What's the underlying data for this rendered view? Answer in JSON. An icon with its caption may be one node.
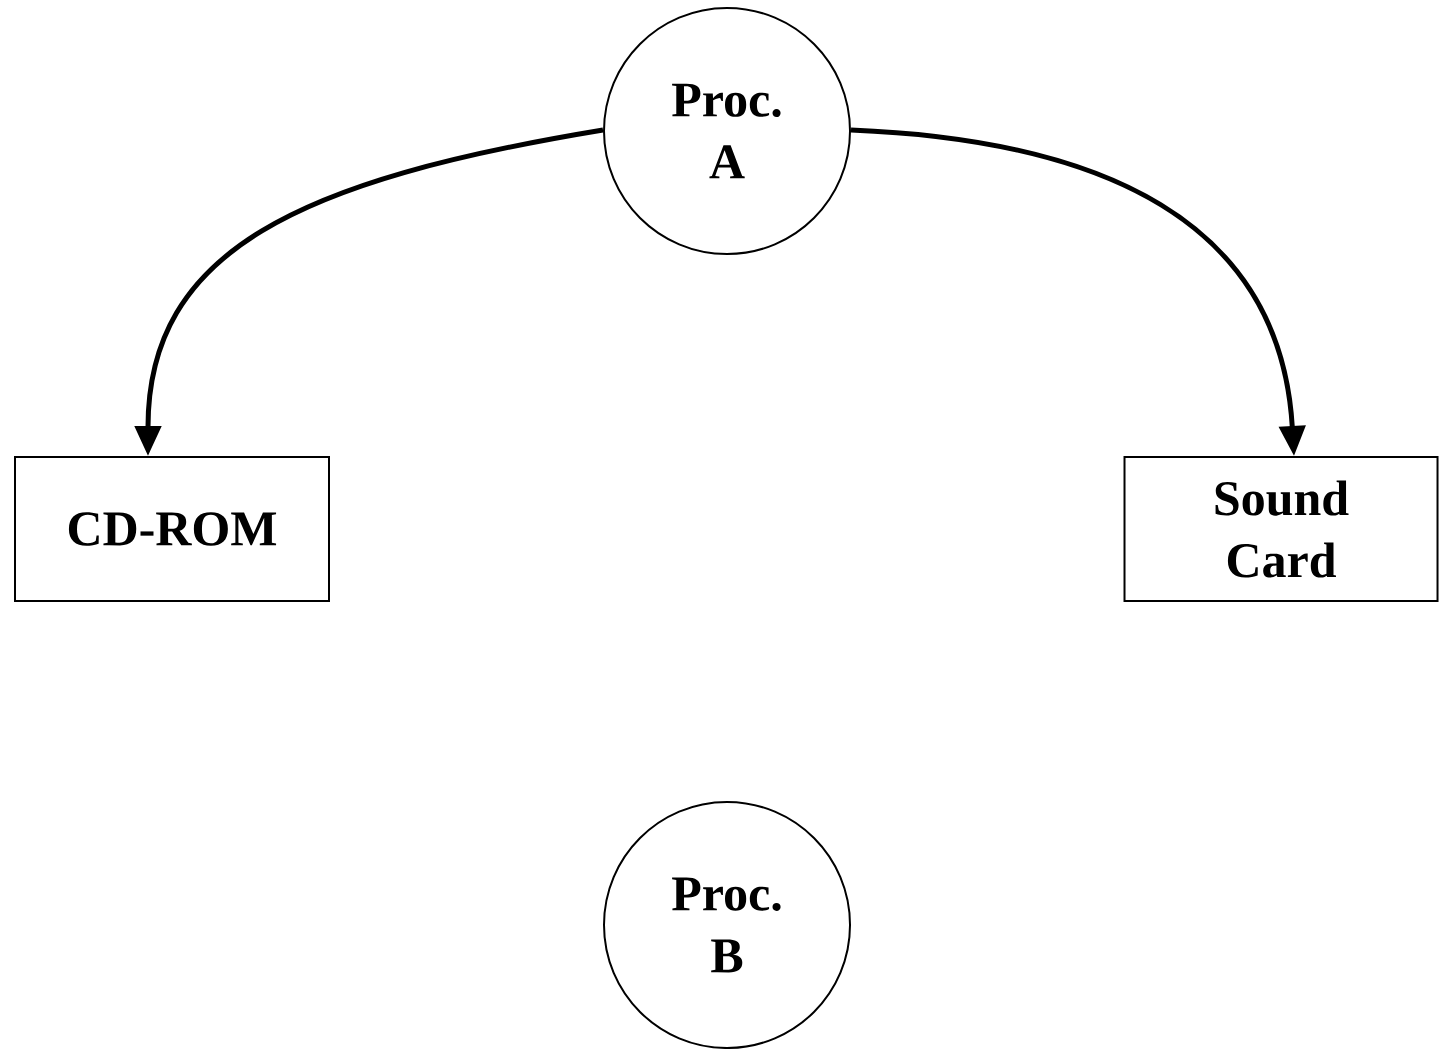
{
  "diagram": {
    "nodes": [
      {
        "text": [
          "Proc. A"
        ]
      },
      {
        "text": [
          "CD-ROM"
        ]
      },
      {
        "text": [
          "Sound Card"
        ]
      },
      {
        "text": [
          "Proc. B"
        ]
      }
    ],
    "edges": [
      {
        "from": 0,
        "to": 1,
        "arrow": "to"
      },
      {
        "from": 0,
        "to": 2,
        "arrow": "to"
      }
    ]
  }
}
